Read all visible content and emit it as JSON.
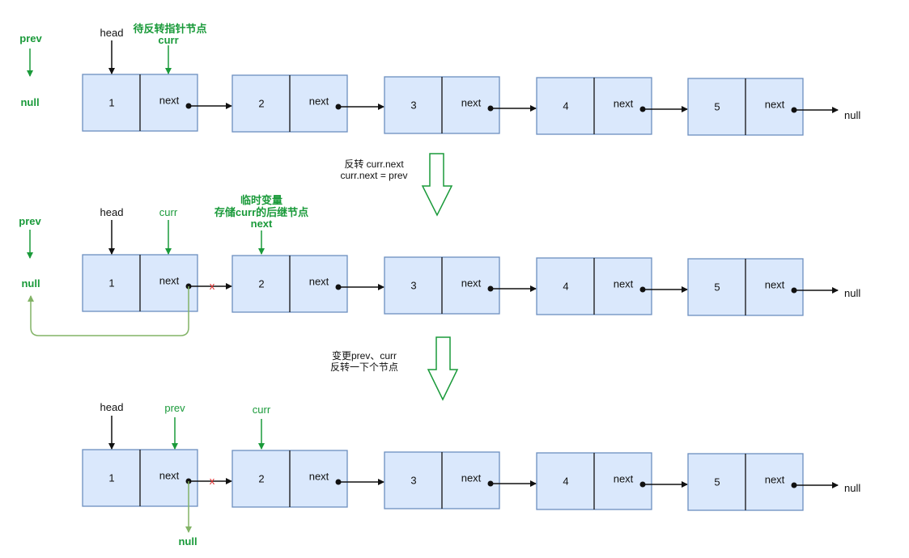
{
  "colors": {
    "node_fill": "#dae8fc",
    "node_stroke": "#6c8ebf",
    "green": "#1a9a3a",
    "light_green": "#82b366",
    "black": "#111111",
    "red_x": "#e03030"
  },
  "node_next_label": "next",
  "null_label": "null",
  "rows": [
    {
      "nodes": [
        "1",
        "2",
        "3",
        "4",
        "5"
      ],
      "labels": {
        "prev": "prev",
        "prev_null": "null",
        "head": "head",
        "curr_note": "待反转指针节点",
        "curr": "curr",
        "tail_null": "null"
      }
    },
    {
      "nodes": [
        "1",
        "2",
        "3",
        "4",
        "5"
      ],
      "labels": {
        "prev": "prev",
        "prev_null": "null",
        "head": "head",
        "curr": "curr",
        "temp_note_1": "临时变量",
        "temp_note_2": "存储curr的后继节点",
        "next_var": "next",
        "cut": "x",
        "tail_null": "null"
      }
    },
    {
      "nodes": [
        "1",
        "2",
        "3",
        "4",
        "5"
      ],
      "labels": {
        "head": "head",
        "prev": "prev",
        "curr": "curr",
        "cut": "x",
        "down_null": "null",
        "tail_null": "null"
      }
    }
  ],
  "steps": [
    {
      "lines": [
        "反转 curr.next",
        "curr.next = prev"
      ]
    },
    {
      "lines": [
        "变更prev、curr",
        "反转一下个节点"
      ]
    }
  ]
}
